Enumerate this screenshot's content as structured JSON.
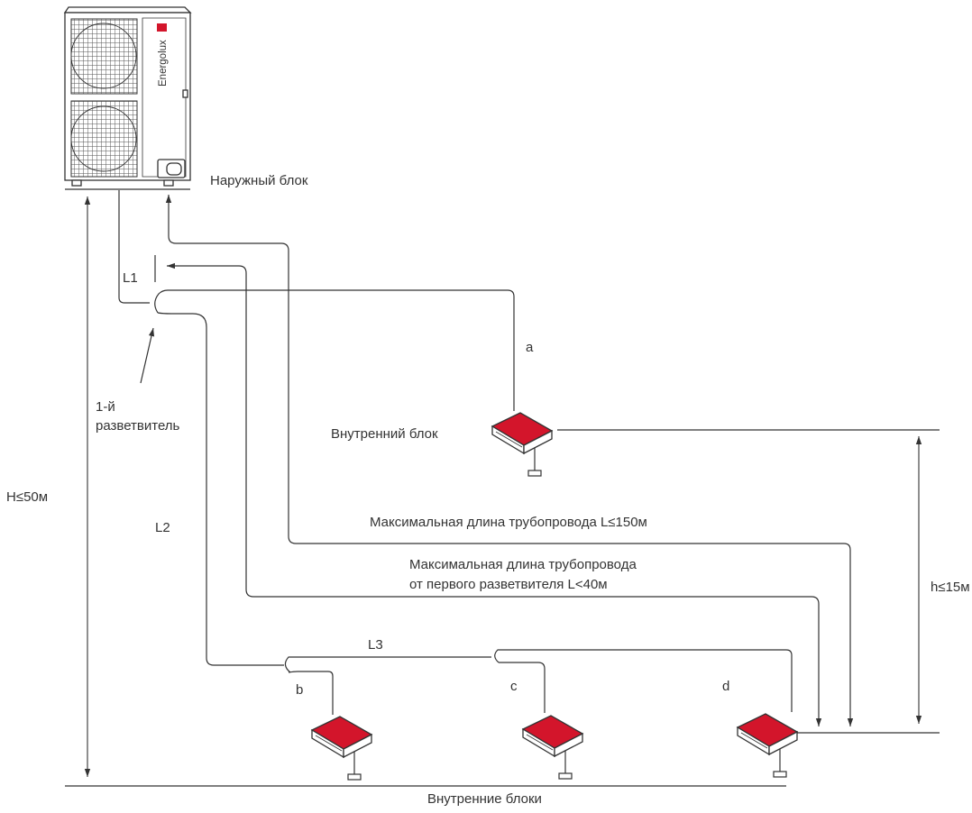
{
  "outdoor_unit": {
    "brand": "Energolux",
    "label": "Наружный блок"
  },
  "indoor_unit_label": "Внутренний блок",
  "indoor_units_label": "Внутренние блоки",
  "first_branch_label": [
    "1-й",
    "разветвитель"
  ],
  "segments": {
    "l1": "L1",
    "l2": "L2",
    "l3": "L3"
  },
  "indoor_units": {
    "a": "a",
    "b": "b",
    "c": "c",
    "d": "d"
  },
  "dimensions": {
    "total_height": "H≤50м",
    "indoor_height": "h≤15м",
    "max_length": "Максимальная длина трубопровода L≤150м",
    "max_length_from_branch": [
      "Максимальная длина трубопровода",
      "от первого разветвителя L<40м"
    ]
  },
  "colors": {
    "unit_top": "#d3152b",
    "line": "#333333",
    "text": "#333333"
  }
}
